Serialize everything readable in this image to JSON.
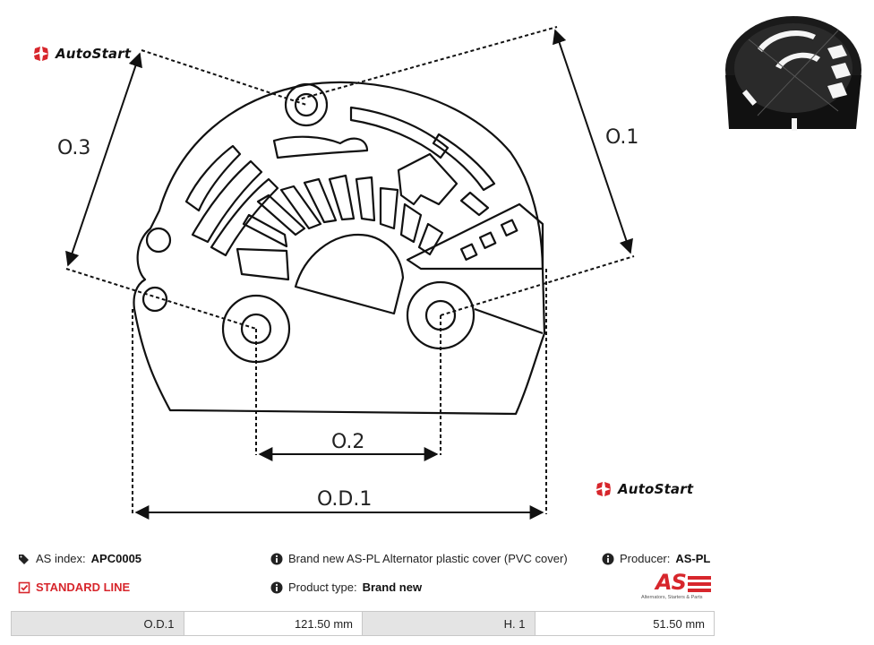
{
  "logos": {
    "autostart_top": "AutoStart",
    "autostart_bottom": "AutoStart"
  },
  "dimensions": {
    "o1": "O.1",
    "o2": "O.2",
    "o3": "O.3",
    "od1": "O.D.1"
  },
  "info": {
    "as_index_label": "AS index:",
    "as_index_value": "APC0005",
    "line": "STANDARD LINE",
    "description": "Brand new AS-PL Alternator plastic cover (PVC cover)",
    "product_type_label": "Product type:",
    "product_type_value": "Brand new",
    "producer_label": "Producer:",
    "producer_value": "AS-PL",
    "producer_logo": "AS",
    "producer_tagline": "Alternators, Starters & Parts"
  },
  "specs": [
    {
      "label": "O.D.1",
      "value": "121.50 mm"
    },
    {
      "label": "H. 1",
      "value": "51.50 mm"
    }
  ],
  "colors": {
    "brand_red": "#d7262c",
    "table_label_bg": "#e4e4e4"
  }
}
